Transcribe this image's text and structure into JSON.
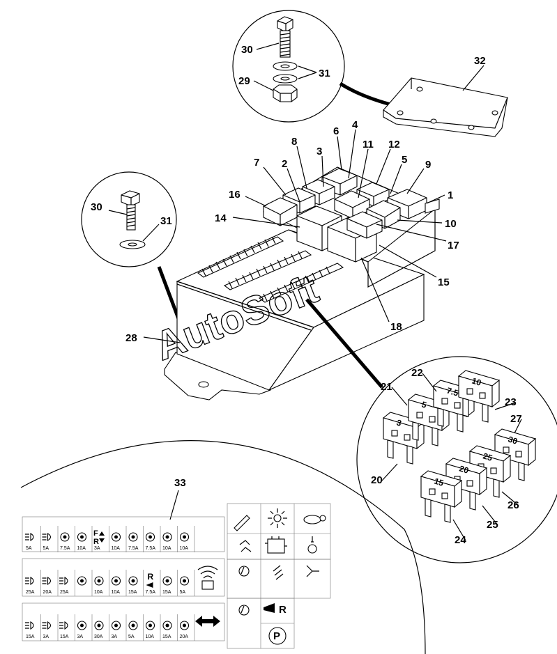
{
  "watermark": "AutoSoft",
  "callouts": {
    "c1": "1",
    "c2": "2",
    "c3": "3",
    "c4": "4",
    "c5": "5",
    "c6": "6",
    "c7": "7",
    "c8": "8",
    "c9": "9",
    "c10": "10",
    "c11": "11",
    "c12": "12",
    "c14": "14",
    "c15": "15",
    "c16": "16",
    "c17": "17",
    "c18": "18",
    "c20": "20",
    "c21": "21",
    "c22": "22",
    "c23": "23",
    "c24": "24",
    "c25": "25",
    "c26": "26",
    "c27": "27",
    "c28": "28",
    "c29": "29",
    "c30a": "30",
    "c30b": "30",
    "c31a": "31",
    "c31b": "31",
    "c32": "32",
    "c33": "33"
  },
  "fuse_values": {
    "f20": "3",
    "f21": "5",
    "f22": "7.5",
    "f23": "10",
    "f24": "15",
    "f25": "20",
    "f26": "25",
    "f27": "30"
  },
  "symbol_panel": {
    "row1_amps": [
      "5A",
      "5A",
      "7.5A",
      "10A",
      "3A",
      "10A",
      "7.5A",
      "7.5A",
      "10A",
      "10A"
    ],
    "row1_letters": [
      "F",
      "R"
    ],
    "row2_amps": [
      "25A",
      "20A",
      "25A",
      "",
      "10A",
      "10A",
      "15A",
      "7.5A",
      "15A",
      "5A"
    ],
    "row2_letter": "R",
    "row3_amps": [
      "15A",
      "3A",
      "15A",
      "3A",
      "30A",
      "3A",
      "5A",
      "10A",
      "15A",
      "20A"
    ],
    "right_r": "R",
    "right_p": "P"
  }
}
